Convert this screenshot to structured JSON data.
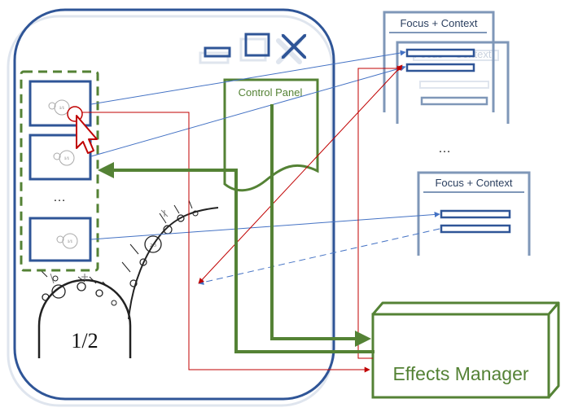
{
  "colors": {
    "window_blue": "#2f5597",
    "frame_blue": "#7f97b8",
    "green": "#548235",
    "red": "#c00000",
    "link_blue": "#4472c4",
    "fractal": "#222222"
  },
  "window": {
    "controls": [
      "minimize-icon",
      "maximize-icon",
      "close-icon"
    ]
  },
  "thumbnails": {
    "items": [
      {
        "label": "1/1"
      },
      {
        "label": "1/1"
      },
      {
        "label": "1/1"
      }
    ],
    "ellipsis": "…"
  },
  "fractal": {
    "main_label": "1/2",
    "small_label": "2/3"
  },
  "control_panel": {
    "title": "Control Panel"
  },
  "focus_context": {
    "top_title": "Focus + Context",
    "back_title": "Focus + Context",
    "ellipsis": "…",
    "bottom_title": "Focus + Context"
  },
  "effects_manager": {
    "title": "Effects Manager"
  }
}
